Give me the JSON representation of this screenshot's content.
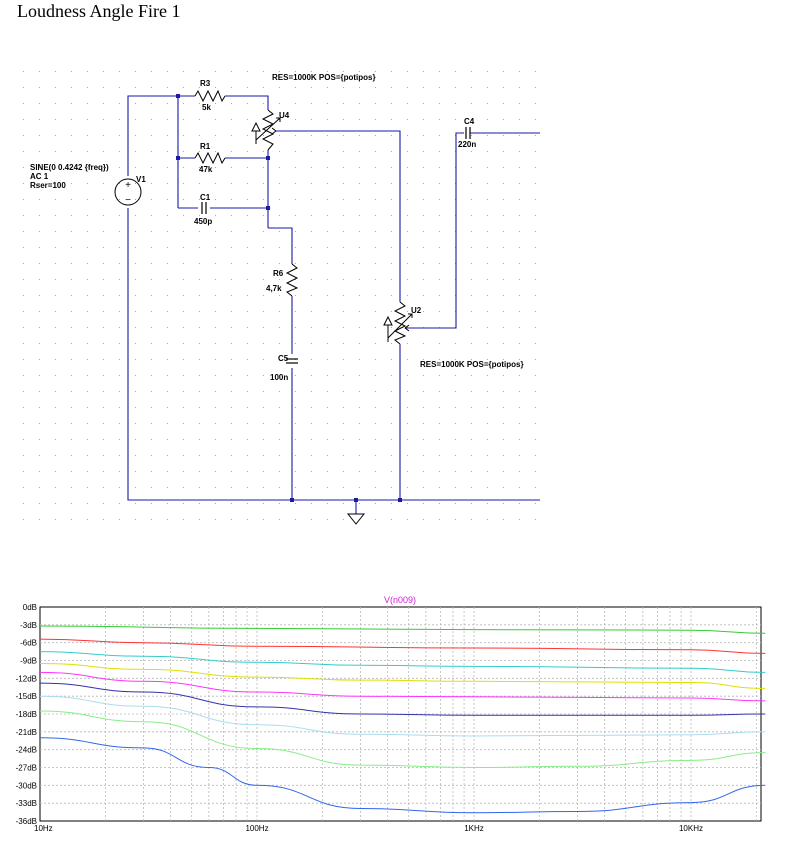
{
  "title": "Loudness Angle Fire 1",
  "schematic": {
    "source": {
      "name": "V1",
      "params": [
        "SINE(0 0.4242 {freq})",
        "AC 1",
        "Rser=100"
      ]
    },
    "components": [
      {
        "name": "R3",
        "value": "5k"
      },
      {
        "name": "R1",
        "value": "47k"
      },
      {
        "name": "C1",
        "value": "450p"
      },
      {
        "name": "R6",
        "value": "4,7k"
      },
      {
        "name": "C5",
        "value": "100n"
      },
      {
        "name": "C4",
        "value": "220n"
      },
      {
        "name": "U4",
        "value": ""
      },
      {
        "name": "U2",
        "value": ""
      }
    ],
    "pot_params_top": "RES=1000K POS={potipos}",
    "pot_params_bottom": "RES=1000K POS={potipos}"
  },
  "chart_data": {
    "type": "line",
    "title": "V(n009)",
    "x_scale": "log",
    "xlim": [
      10,
      22000
    ],
    "ylim": [
      -36,
      0
    ],
    "y_ticks": [
      "0dB",
      "-3dB",
      "-6dB",
      "-9dB",
      "-12dB",
      "-15dB",
      "-18dB",
      "-21dB",
      "-24dB",
      "-27dB",
      "-30dB",
      "-33dB",
      "-36dB"
    ],
    "x_ticks": [
      "10Hz",
      "100Hz",
      "1KHz",
      "10KHz"
    ],
    "grid": true,
    "series": [
      {
        "color": "#33cc33",
        "x": [
          10,
          100,
          1000,
          10000,
          22000
        ],
        "y": [
          -3.2,
          -3.6,
          -3.8,
          -3.9,
          -4.4
        ]
      },
      {
        "color": "#ff3333",
        "x": [
          10,
          30,
          100,
          1000,
          10000,
          22000
        ],
        "y": [
          -5.4,
          -6.0,
          -6.6,
          -6.9,
          -7.2,
          -7.8
        ]
      },
      {
        "color": "#33cccc",
        "x": [
          10,
          30,
          100,
          300,
          1000,
          10000,
          22000
        ],
        "y": [
          -7.5,
          -8.3,
          -9.3,
          -9.8,
          -10.0,
          -10.3,
          -11.0
        ]
      },
      {
        "color": "#e0e000",
        "x": [
          10,
          30,
          100,
          300,
          1000,
          10000,
          22000
        ],
        "y": [
          -9.5,
          -10.5,
          -11.8,
          -12.3,
          -12.5,
          -12.7,
          -13.7
        ]
      },
      {
        "color": "#ff33ff",
        "x": [
          10,
          30,
          100,
          300,
          1000,
          10000,
          22000
        ],
        "y": [
          -11.0,
          -12.5,
          -14.3,
          -15.0,
          -15.1,
          -15.3,
          -15.8
        ]
      },
      {
        "color": "#3333aa",
        "x": [
          10,
          30,
          100,
          300,
          1000,
          10000,
          22000
        ],
        "y": [
          -12.8,
          -14.3,
          -16.8,
          -18.0,
          -18.2,
          -18.2,
          -18.0
        ]
      },
      {
        "color": "#aaddee",
        "x": [
          10,
          30,
          100,
          300,
          1000,
          10000,
          22000
        ],
        "y": [
          -15.0,
          -16.7,
          -19.8,
          -21.4,
          -21.7,
          -21.5,
          -21.0
        ]
      },
      {
        "color": "#88ee88",
        "x": [
          10,
          30,
          100,
          300,
          1000,
          3000,
          10000,
          22000
        ],
        "y": [
          -17.5,
          -19.3,
          -23.8,
          -26.6,
          -27.0,
          -26.8,
          -25.8,
          -24.5
        ]
      },
      {
        "color": "#3366ee",
        "x": [
          10,
          30,
          60,
          100,
          300,
          1000,
          3000,
          10000,
          22000
        ],
        "y": [
          -22.0,
          -23.7,
          -27.0,
          -30.0,
          -33.9,
          -34.6,
          -34.4,
          -32.9,
          -30.0
        ]
      }
    ]
  }
}
